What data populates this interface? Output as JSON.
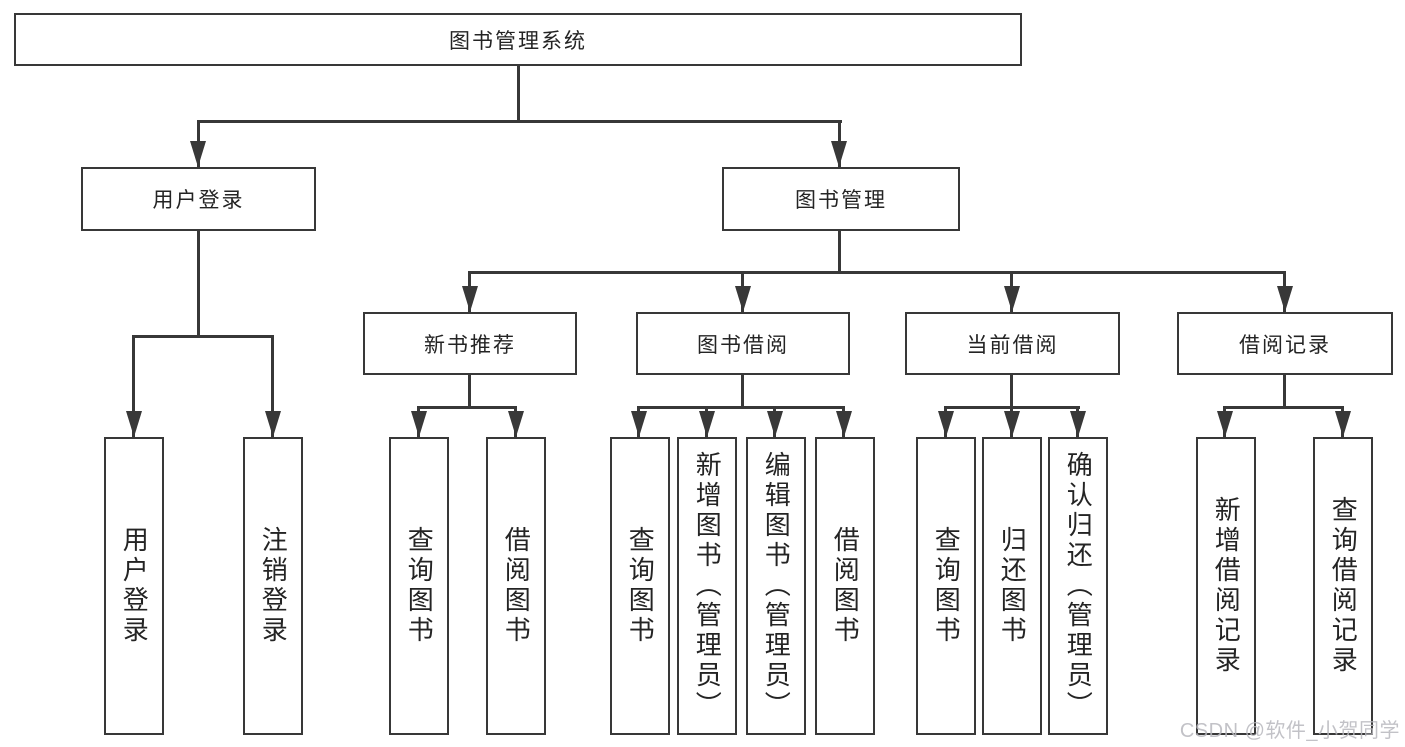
{
  "nodes": {
    "root": "图书管理系统",
    "children": [
      {
        "label": "用户登录",
        "children": [
          "用户登录",
          "注销登录"
        ]
      },
      {
        "label": "图书管理",
        "children": [
          {
            "label": "新书推荐",
            "children": [
              "查询图书",
              "借阅图书"
            ]
          },
          {
            "label": "图书借阅",
            "children": [
              "查询图书",
              "新增图书（管理员）",
              "编辑图书（管理员）",
              "借阅图书"
            ]
          },
          {
            "label": "当前借阅",
            "children": [
              "查询图书",
              "归还图书",
              "确认归还（管理员）"
            ]
          },
          {
            "label": "借阅记录",
            "children": [
              "新增借阅记录",
              "查询借阅记录"
            ]
          }
        ]
      }
    ]
  },
  "watermark": "CSDN @软件_小贺同学",
  "colors": {
    "line": "#383838",
    "text": "#242424",
    "box_background": "#ffffff",
    "watermark_text": "#b8b8be"
  }
}
